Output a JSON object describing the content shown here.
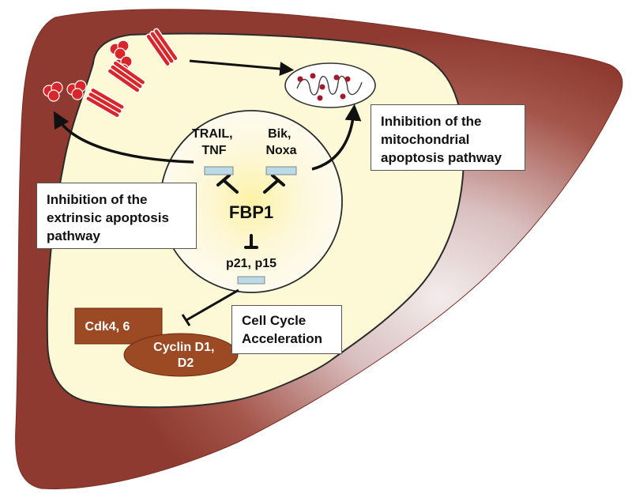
{
  "colors": {
    "liver_outer": "#8e3a30",
    "liver_highlight": "#f1e9ea",
    "cell_fill": "#fdf8d6",
    "cell_stroke": "#2b2b2b",
    "nucleus_glow": "#fbf3b0",
    "gene_bar": "#bcd9e6",
    "complex_fill": "#9c4a24",
    "receptor": "#d8262a",
    "mito_dot": "#a3192b",
    "arrow": "#111111"
  },
  "icons": {
    "receptor": "trimer-receptor-icon",
    "ligand": "ligand-cluster-icon",
    "mitochondrion": "mitochondrion-icon"
  },
  "genes": {
    "trail_tnf": [
      "TRAIL,",
      "TNF"
    ],
    "bik_noxa": [
      "Bik,",
      "Noxa"
    ],
    "fbp1": "FBP1",
    "p21_p15": "p21, p15"
  },
  "complex": {
    "cdk": "Cdk4, 6",
    "cyclin": [
      "Cyclin D1,",
      "D2"
    ]
  },
  "callouts": {
    "mitochondrial": [
      "Inhibition of the",
      "mitochondrial",
      "apoptosis pathway"
    ],
    "extrinsic": [
      "Inhibition of the",
      "extrinsic apoptosis",
      "pathway"
    ],
    "cell_cycle": [
      "Cell Cycle",
      "Acceleration"
    ]
  }
}
